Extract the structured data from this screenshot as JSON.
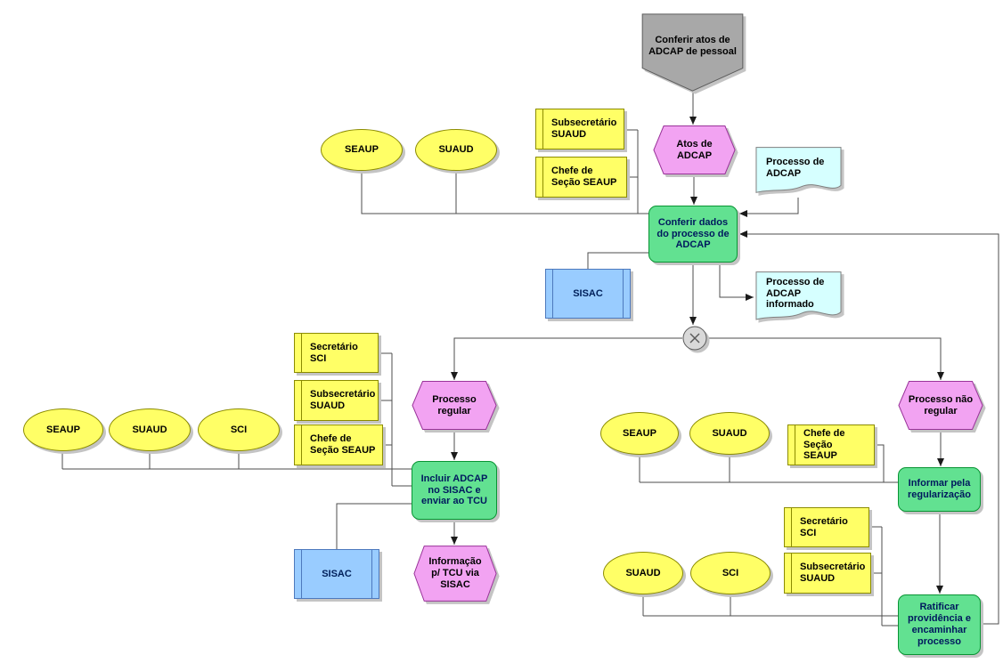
{
  "diagram": {
    "type": "EPC process flowchart",
    "colors": {
      "function_fill": "#62e191",
      "event_fill": "#f2a3f2",
      "org_fill": "#ffff66",
      "system_fill": "#99ccff",
      "document_fill": "#d6ffff",
      "interface_fill": "#a8a8a8",
      "connector_stroke": "#4d4d4d"
    },
    "nodes": {
      "start": "Conferir atos de ADCAP de pessoal",
      "event_atos": "Atos de ADCAP",
      "org_seaup_1": "SEAUP",
      "org_suaud_1": "SUAUD",
      "pos_subsec_suaud_1": "Subsecretário SUAUD",
      "pos_chefe_seaup_1": "Chefe de Seção SEAUP",
      "func_conferir": "Conferir dados do processo de ADCAP",
      "doc_processo": "Processo de ADCAP",
      "sys_sisac_1": "SISAC",
      "doc_processo_informado": "Processo de ADCAP informado",
      "event_regular": "Processo regular",
      "pos_sec_sci_1": "Secretário SCI",
      "pos_subsec_suaud_2": "Subsecretário SUAUD",
      "pos_chefe_seaup_2": "Chefe de Seção SEAUP",
      "org_seaup_2": "SEAUP",
      "org_suaud_2": "SUAUD",
      "org_sci_1": "SCI",
      "func_incluir": "Incluir ADCAP no SISAC e enviar ao TCU",
      "sys_sisac_2": "SISAC",
      "event_info_tcu": "Informação p/ TCU via SISAC",
      "event_nao_regular": "Processo não regular",
      "org_seaup_3": "SEAUP",
      "org_suaud_3": "SUAUD",
      "pos_chefe_seaup_3": "Chefe de Seção SEAUP",
      "func_informar": "Informar pela regularização",
      "pos_sec_sci_2": "Secretário SCI",
      "pos_subsec_suaud_3": "Subsecretário SUAUD",
      "org_suaud_4": "SUAUD",
      "org_sci_2": "SCI",
      "func_ratificar": "Ratificar providência e encaminhar processo"
    }
  }
}
